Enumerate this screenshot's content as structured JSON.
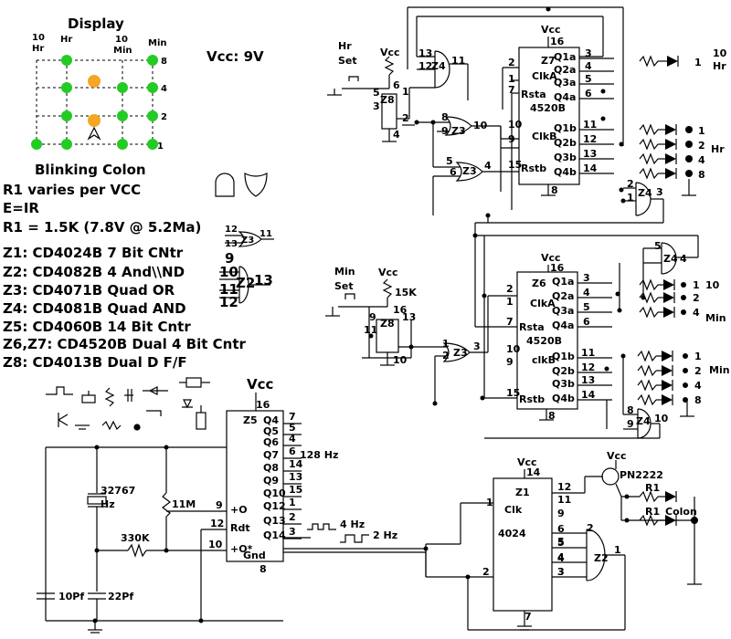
{
  "display": {
    "title": "Display",
    "col_10hr": "10",
    "col_10hr2": "Hr",
    "col_hr": "Hr",
    "col_10min": "10",
    "col_10min2": "Min",
    "col_min": "Min",
    "row_labels": [
      "8",
      "4",
      "2",
      "1"
    ],
    "blink_label": "Blinking Colon",
    "led_on": "#22cc22",
    "led_colon": "#f5a623"
  },
  "vcc_label": "Vcc: 9V",
  "notes": {
    "r1": "R1 varies per VCC",
    "eir": "E=IR",
    "r1val": "R1 = 1.5K (7.8V @ 5.2Ma)"
  },
  "parts": [
    "Z1: CD4024B  7 Bit CNtr",
    "Z2: CD4082B  4 And\\\\ND",
    "Z3: CD4071B  Quad OR",
    "Z4: CD4081B  Quad AND",
    "Z5: CD4060B  14 Bit Cntr",
    "Z6,Z7: CD4520B Dual 4 Bit Cntr",
    "Z8: CD4013B Dual D F/F"
  ],
  "z5": {
    "vcc": "Vcc",
    "name": "Z5",
    "pin16": "16",
    "outs": [
      "Q4",
      "Q5",
      "Q6",
      "Q7",
      "Q8",
      "Q9",
      "Q10",
      "Q12",
      "Q13",
      "Q14"
    ],
    "outpins": [
      "7",
      "5",
      "4",
      "6",
      "14",
      "13",
      "15",
      "1",
      "2",
      "3"
    ],
    "in_o": "+O",
    "in_rdt": "Rdt",
    "in_qs": "+O*",
    "gnd": "Gnd",
    "pin9": "9",
    "pin12": "12",
    "pin10": "10",
    "pin8": "8",
    "hz128": "128 Hz",
    "hz4": "4 Hz",
    "hz2": "2 Hz"
  },
  "osc": {
    "xtal": "32767",
    "hz": "Hz",
    "r11m": "11M",
    "r330k": "330K",
    "c10": "10Pf",
    "c22": "22Pf"
  },
  "z7": {
    "vcc": "Vcc",
    "name": "Z7",
    "ic": "4520B",
    "pin16": "16",
    "pin8": "8",
    "clka": "ClkA",
    "rsta": "Rsta",
    "clkb": "ClkB",
    "rstb": "Rstb",
    "qa": [
      "Q1a",
      "Q2a",
      "Q3a",
      "Q4a"
    ],
    "qb": [
      "Q1b",
      "Q2b",
      "Q3b",
      "Q4b"
    ],
    "qapins": [
      "3",
      "4",
      "5",
      "6"
    ],
    "qbpins": [
      "11",
      "12",
      "13",
      "14"
    ],
    "inpins": [
      "2",
      "1",
      "7",
      "10",
      "9",
      "15"
    ]
  },
  "z6": {
    "vcc": "Vcc",
    "name": "Z6",
    "ic": "4520B",
    "pin16": "16",
    "pin8": "8",
    "clka": "ClkA",
    "rsta": "Rsta",
    "clkb": "clkB",
    "rstb": "Rstb",
    "qa": [
      "Q1a",
      "Q2a",
      "Q3a",
      "Q4a"
    ],
    "qb": [
      "Q1b",
      "Q2b",
      "Q3b",
      "Q4b"
    ],
    "qapins": [
      "3",
      "4",
      "5",
      "6"
    ],
    "qbpins": [
      "11",
      "12",
      "13",
      "14"
    ],
    "inpins": [
      "2",
      "1",
      "7",
      "10",
      "9",
      "15"
    ]
  },
  "z1": {
    "vcc": "Vcc",
    "name": "Z1",
    "ic": "4024",
    "clk": "Clk",
    "pin14": "14",
    "pin7": "7",
    "pin1": "1",
    "pin2": "2",
    "outpins": [
      "12",
      "11",
      "9",
      "6",
      "5",
      "4",
      "3"
    ]
  },
  "hr_set": {
    "label1": "Hr",
    "label2": "Set",
    "vcc": "Vcc"
  },
  "min_set": {
    "label1": "Min",
    "label2": "Set",
    "vcc": "Vcc",
    "r": "15K"
  },
  "outputs": {
    "hr10": "10",
    "hr10b": "Hr",
    "hr10v": "1",
    "hr": "Hr",
    "hrv": [
      "1",
      "2",
      "4",
      "8"
    ],
    "min10": "10",
    "min10b": "Min",
    "min10v": [
      "1",
      "2",
      "4"
    ],
    "min": "Min",
    "minv": [
      "1",
      "2",
      "4",
      "8"
    ],
    "colon": "Colon",
    "r1": "R1",
    "transistor_vcc": "Vcc",
    "transistor": "PN2222"
  },
  "gates": {
    "z4a": "Z4",
    "z4a_pins": [
      "13",
      "12",
      "11"
    ],
    "z8a": "Z8",
    "z8a_pins": [
      "5",
      "3",
      "6",
      "1",
      "2",
      "4"
    ],
    "z3a": "Z3",
    "z3a_pins": [
      "8",
      "9",
      "10"
    ],
    "z3b": "Z3",
    "z3b_pins": [
      "5",
      "6",
      "4"
    ],
    "z4b": "Z4",
    "z4b_pins": [
      "2",
      "1",
      "3"
    ],
    "z4c": "Z4",
    "z4c_pins": [
      "5",
      "4"
    ],
    "z8b": "Z8",
    "z8b_pins": [
      "9",
      "11",
      "16",
      "13",
      "10"
    ],
    "z3c": "Z3",
    "z3c_pins": [
      "1",
      "2",
      "3"
    ],
    "z4d": "Z4",
    "z4d_pins": [
      "8",
      "9",
      "10"
    ],
    "z2": "Z2",
    "z2_pins": [
      "2",
      "5",
      "4",
      "3",
      "1"
    ],
    "legend_z3": "Z3",
    "legend_z3_pins": [
      "12",
      "13",
      "11"
    ],
    "legend_z2": "Z2",
    "legend_z2_pins": [
      "9",
      "10",
      "11",
      "12",
      "13"
    ]
  }
}
